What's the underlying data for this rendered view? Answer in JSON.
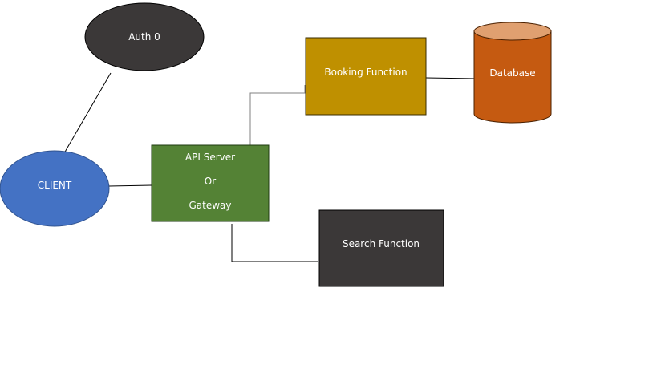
{
  "nodes": {
    "auth0": {
      "label": "Auth 0",
      "shape": "ellipse",
      "color": "#3b3838"
    },
    "client": {
      "label": "CLIENT",
      "shape": "ellipse",
      "color": "#4472c4"
    },
    "api": {
      "lines": [
        "API Server",
        "Or",
        "Gateway"
      ],
      "shape": "rectangle",
      "color": "#548235"
    },
    "booking": {
      "label": "Booking Function",
      "shape": "rectangle",
      "color": "#bf9000"
    },
    "database": {
      "label": "Database",
      "shape": "cylinder",
      "color": "#c55a11",
      "top_color": "#e0a070"
    },
    "search": {
      "label": "Search Function",
      "shape": "rectangle",
      "color": "#3b3838"
    }
  },
  "edges": [
    {
      "from": "auth0",
      "to": "client"
    },
    {
      "from": "client",
      "to": "api"
    },
    {
      "from": "api",
      "to": "booking"
    },
    {
      "from": "booking",
      "to": "database"
    },
    {
      "from": "api",
      "to": "search"
    }
  ]
}
